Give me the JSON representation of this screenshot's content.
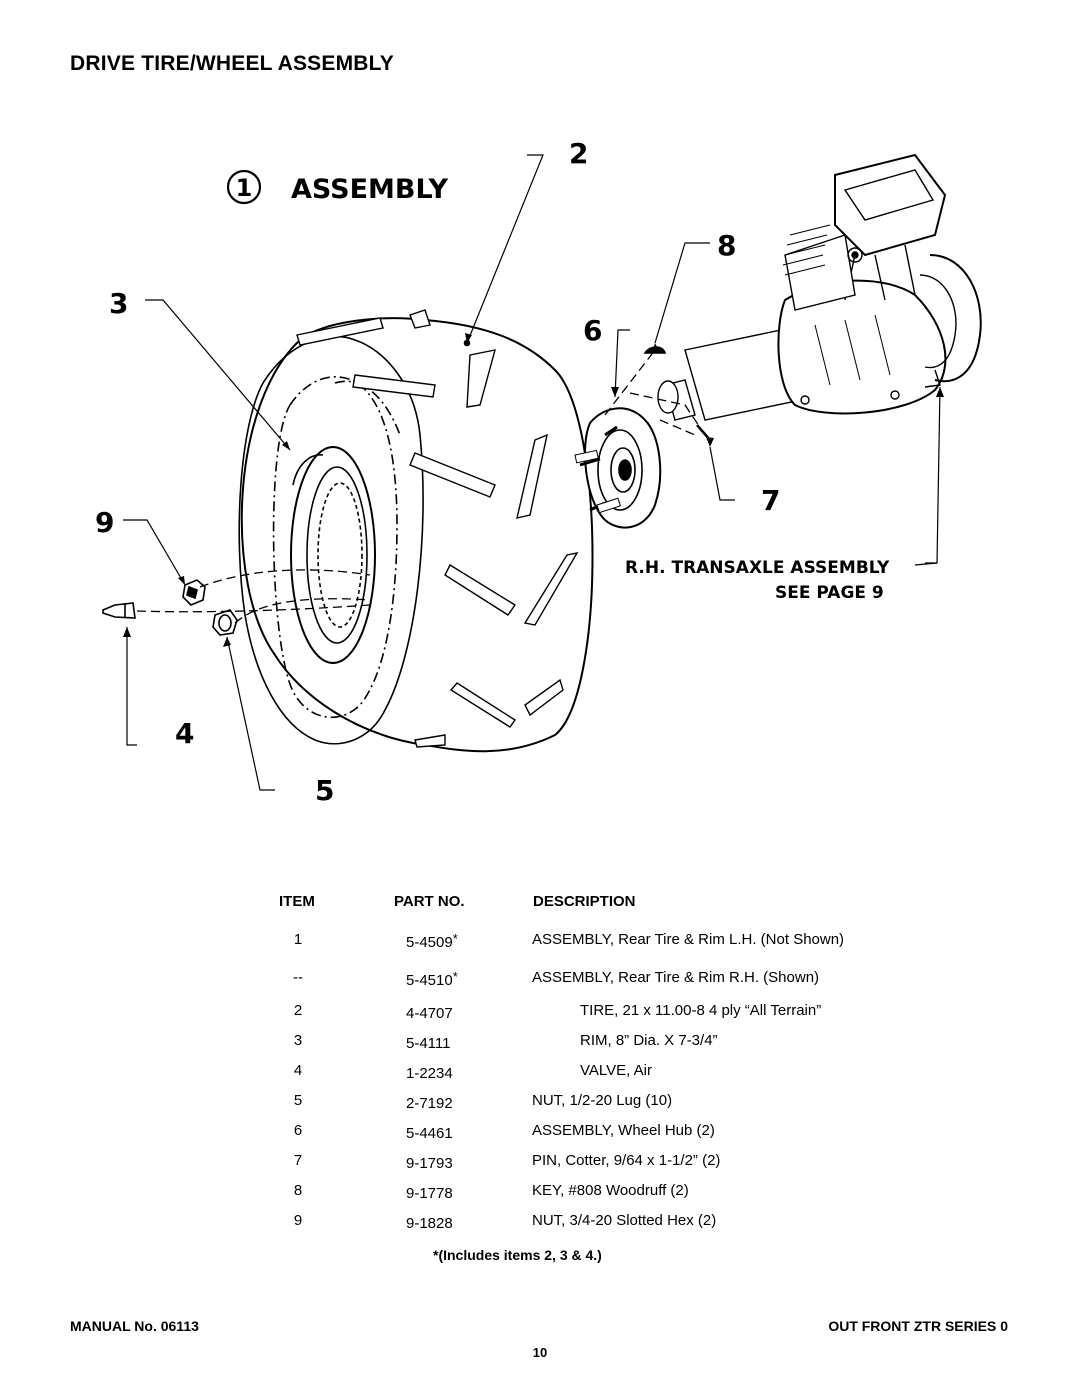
{
  "page_title": "DRIVE TIRE/WHEEL ASSEMBLY",
  "diagram": {
    "assembly_number": "1",
    "assembly_label": "ASSEMBLY",
    "transaxle_label": "R.H. TRANSAXLE ASSEMBLY",
    "see_page_label": "SEE PAGE 9",
    "callouts": [
      "2",
      "3",
      "4",
      "5",
      "6",
      "7",
      "8",
      "9"
    ]
  },
  "table": {
    "headers": {
      "item": "ITEM",
      "part_no": "PART NO.",
      "description": "DESCRIPTION"
    },
    "rows": [
      {
        "item": "1",
        "part_no": "5-4509",
        "star": "*",
        "description": "ASSEMBLY, Rear Tire & Rim L.H. (Not Shown)",
        "indent": false
      },
      {
        "item": "--",
        "part_no": "5-4510",
        "star": "*",
        "description": "ASSEMBLY, Rear Tire & Rim R.H. (Shown)",
        "indent": false
      },
      {
        "item": "2",
        "part_no": "4-4707",
        "star": "",
        "description": "TIRE, 21 x 11.00-8 4 ply “All Terrain”",
        "indent": true
      },
      {
        "item": "3",
        "part_no": "5-4111",
        "star": "",
        "description": "RIM, 8” Dia. X 7-3/4”",
        "indent": true
      },
      {
        "item": "4",
        "part_no": "1-2234",
        "star": "",
        "description": "VALVE, Air",
        "indent": true
      },
      {
        "item": "5",
        "part_no": "2-7192",
        "star": "",
        "description": "NUT, 1/2-20 Lug (10)",
        "indent": false
      },
      {
        "item": "6",
        "part_no": "5-4461",
        "star": "",
        "description": "ASSEMBLY, Wheel Hub (2)",
        "indent": false
      },
      {
        "item": "7",
        "part_no": "9-1793",
        "star": "",
        "description": "PIN, Cotter, 9/64 x 1-1/2” (2)",
        "indent": false
      },
      {
        "item": "8",
        "part_no": "9-1778",
        "star": "",
        "description": "KEY, #808 Woodruff (2)",
        "indent": false
      },
      {
        "item": "9",
        "part_no": "9-1828",
        "star": "",
        "description": "NUT, 3/4-20 Slotted Hex (2)",
        "indent": false
      }
    ],
    "note": "*(Includes items 2, 3 & 4.)"
  },
  "footer": {
    "manual": "MANUAL No. 06113",
    "series": "OUT FRONT ZTR SERIES 0",
    "page_number": "10"
  }
}
